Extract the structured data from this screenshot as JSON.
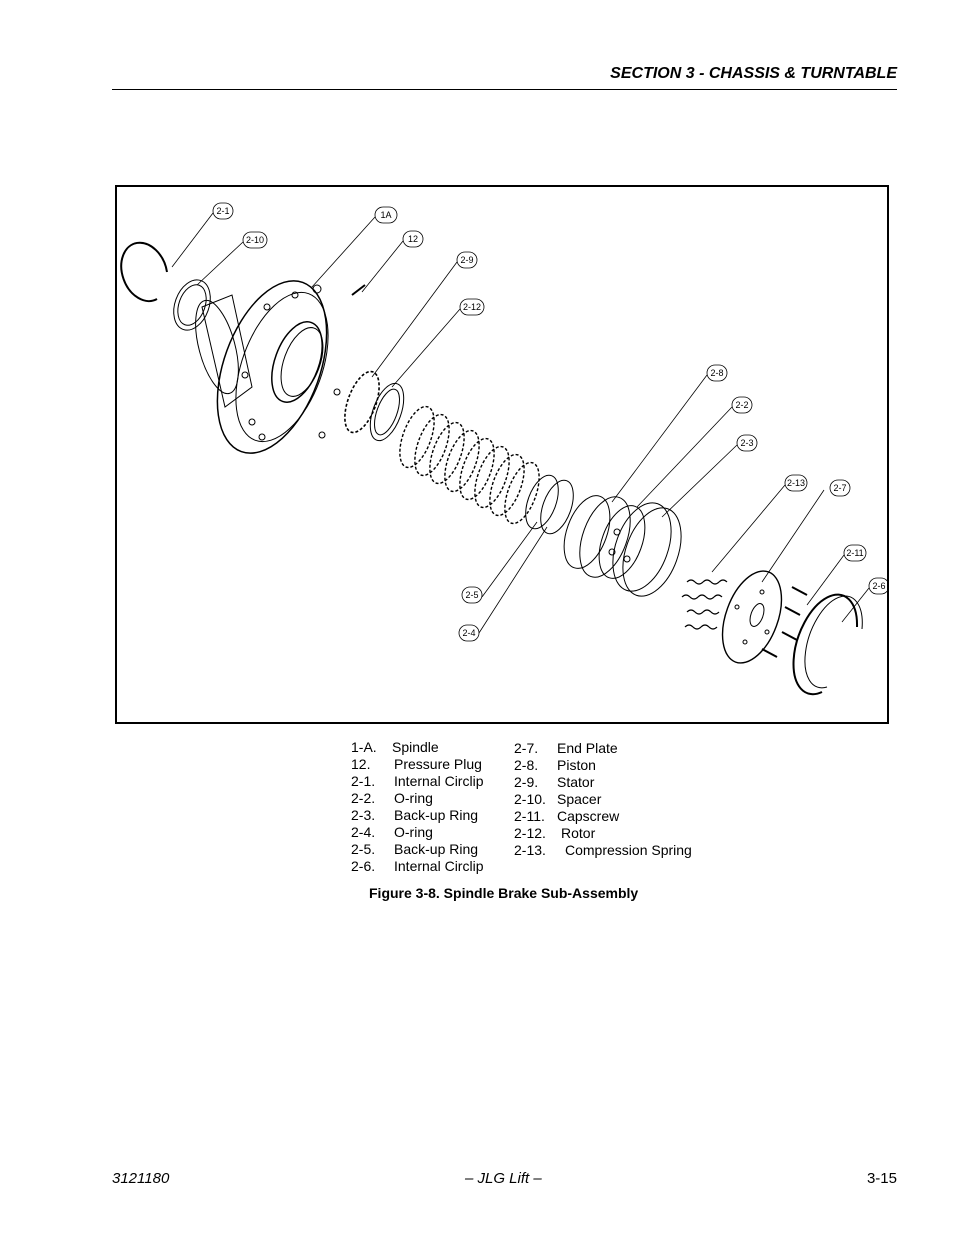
{
  "header": {
    "title": "SECTION 3 - CHASSIS & TURNTABLE"
  },
  "figure": {
    "callouts": [
      "2-1",
      "2-10",
      "1A",
      "12",
      "2-9",
      "2-12",
      "2-8",
      "2-2",
      "2-3",
      "2-13",
      "2-7",
      "2-11",
      "2-6",
      "2-5",
      "2-4"
    ],
    "legend_left": [
      {
        "num": "1-A.",
        "name": "Spindle"
      },
      {
        "num": "12.",
        "name": "Pressure Plug"
      },
      {
        "num": "2-1.",
        "name": "Internal Circlip"
      },
      {
        "num": "2-2.",
        "name": "O-ring"
      },
      {
        "num": "2-3.",
        "name": "Back-up Ring"
      },
      {
        "num": "2-4.",
        "name": "O-ring"
      },
      {
        "num": "2-5.",
        "name": "Back-up Ring"
      },
      {
        "num": "2-6.",
        "name": "Internal Circlip"
      }
    ],
    "legend_right": [
      {
        "num": "2-7.",
        "name": "End Plate"
      },
      {
        "num": "2-8.",
        "name": "Piston"
      },
      {
        "num": "2-9.",
        "name": "Stator"
      },
      {
        "num": "2-10.",
        "name": "Spacer"
      },
      {
        "num": "2-11.",
        "name": "Capscrew"
      },
      {
        "num": "2-12.",
        "name": "Rotor"
      },
      {
        "num": "2-13.",
        "name": "Compression Spring"
      }
    ],
    "caption": "Figure 3-8.  Spindle Brake Sub-Assembly"
  },
  "footer": {
    "doc_number": "3121180",
    "center": "– JLG Lift –",
    "page": "3-15"
  }
}
